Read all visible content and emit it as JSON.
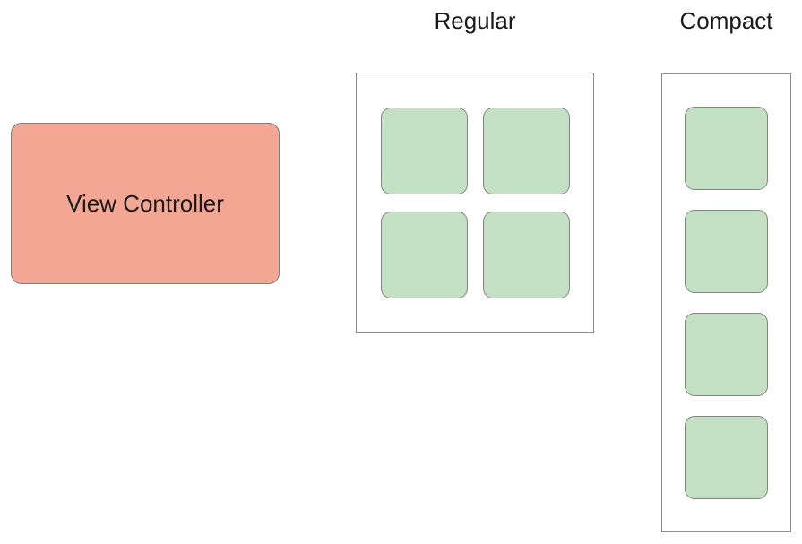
{
  "diagram": {
    "view_controller": {
      "label": "View Controller"
    },
    "regular": {
      "label": "Regular",
      "cell_count": 4,
      "arrangement": "2x2 grid"
    },
    "compact": {
      "label": "Compact",
      "cell_count": 4,
      "arrangement": "1x4 column"
    }
  },
  "colors": {
    "background": "#FFFFFF",
    "view-controller-fill": "#F4A694",
    "cell-fill": "#C3E0C4",
    "box-border": "#8E8E8E",
    "cell-border": "#848484",
    "vc-border": "#7F7F7F",
    "text": "#1A1A1A"
  }
}
